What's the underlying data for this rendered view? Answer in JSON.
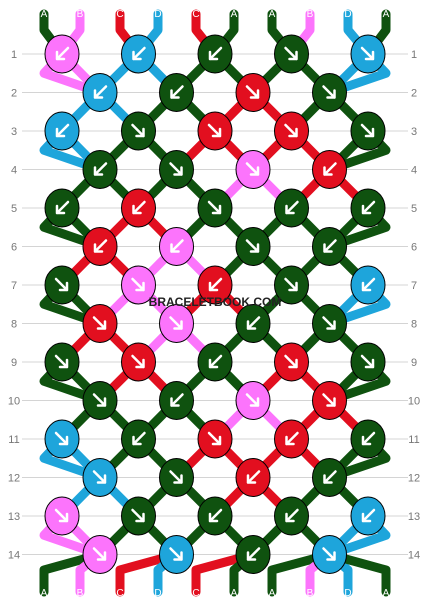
{
  "watermark": "BRACELETBOOK.COM",
  "colors": {
    "A": "#0f520f",
    "B": "#fc74fc",
    "C": "#e20f1f",
    "D": "#1ea5db"
  },
  "strands_top": [
    "A",
    "B",
    "C",
    "D",
    "C",
    "A",
    "A",
    "B",
    "D",
    "A"
  ],
  "strands_bottom": [
    "A",
    "B",
    "C",
    "D",
    "C",
    "A",
    "A",
    "B",
    "D",
    "A"
  ],
  "row_labels": [
    "1",
    "2",
    "3",
    "4",
    "5",
    "6",
    "7",
    "8",
    "9",
    "10",
    "11",
    "12",
    "13",
    "14"
  ],
  "rows": [
    [
      {
        "c": "B",
        "d": "bl"
      },
      {
        "c": "D",
        "d": "bl"
      },
      {
        "c": "A",
        "d": "bl"
      },
      {
        "c": "A",
        "d": "br"
      },
      {
        "c": "D",
        "d": "br"
      }
    ],
    [
      {
        "c": "D",
        "d": "bl"
      },
      {
        "c": "A",
        "d": "bl"
      },
      {
        "c": "C",
        "d": "br"
      },
      {
        "c": "A",
        "d": "br"
      }
    ],
    [
      {
        "c": "D",
        "d": "bl"
      },
      {
        "c": "A",
        "d": "br"
      },
      {
        "c": "C",
        "d": "br"
      },
      {
        "c": "C",
        "d": "br"
      },
      {
        "c": "A",
        "d": "br"
      }
    ],
    [
      {
        "c": "A",
        "d": "bl"
      },
      {
        "c": "A",
        "d": "br"
      },
      {
        "c": "B",
        "d": "fr"
      },
      {
        "c": "C",
        "d": "bl"
      }
    ],
    [
      {
        "c": "A",
        "d": "bl"
      },
      {
        "c": "C",
        "d": "bl"
      },
      {
        "c": "A",
        "d": "br"
      },
      {
        "c": "A",
        "d": "bl"
      },
      {
        "c": "A",
        "d": "bl"
      }
    ],
    [
      {
        "c": "C",
        "d": "bl"
      },
      {
        "c": "B",
        "d": "bl"
      },
      {
        "c": "A",
        "d": "br"
      },
      {
        "c": "A",
        "d": "bl"
      }
    ],
    [
      {
        "c": "A",
        "d": "fr"
      },
      {
        "c": "B",
        "d": "fr"
      },
      {
        "c": "C",
        "d": "fl"
      },
      {
        "c": "A",
        "d": "br"
      },
      {
        "c": "D",
        "d": "fl"
      }
    ],
    [
      {
        "c": "C",
        "d": "br"
      },
      {
        "c": "B",
        "d": "br"
      },
      {
        "c": "A",
        "d": "fl"
      },
      {
        "c": "A",
        "d": "br"
      }
    ],
    [
      {
        "c": "A",
        "d": "br"
      },
      {
        "c": "C",
        "d": "br"
      },
      {
        "c": "A",
        "d": "bl"
      },
      {
        "c": "C",
        "d": "br"
      },
      {
        "c": "A",
        "d": "br"
      }
    ],
    [
      {
        "c": "A",
        "d": "br"
      },
      {
        "c": "A",
        "d": "bl"
      },
      {
        "c": "B",
        "d": "br"
      },
      {
        "c": "C",
        "d": "br"
      }
    ],
    [
      {
        "c": "D",
        "d": "br"
      },
      {
        "c": "A",
        "d": "bl"
      },
      {
        "c": "C",
        "d": "br"
      },
      {
        "c": "C",
        "d": "bl"
      },
      {
        "c": "A",
        "d": "bl"
      }
    ],
    [
      {
        "c": "D",
        "d": "br"
      },
      {
        "c": "A",
        "d": "br"
      },
      {
        "c": "C",
        "d": "bl"
      },
      {
        "c": "A",
        "d": "bl"
      }
    ],
    [
      {
        "c": "B",
        "d": "br"
      },
      {
        "c": "A",
        "d": "br"
      },
      {
        "c": "A",
        "d": "bl"
      },
      {
        "c": "A",
        "d": "bl"
      },
      {
        "c": "D",
        "d": "bl"
      }
    ],
    [
      {
        "c": "B",
        "d": "br"
      },
      {
        "c": "D",
        "d": "br"
      },
      {
        "c": "A",
        "d": "bl"
      },
      {
        "c": "D",
        "d": "br"
      }
    ]
  ]
}
